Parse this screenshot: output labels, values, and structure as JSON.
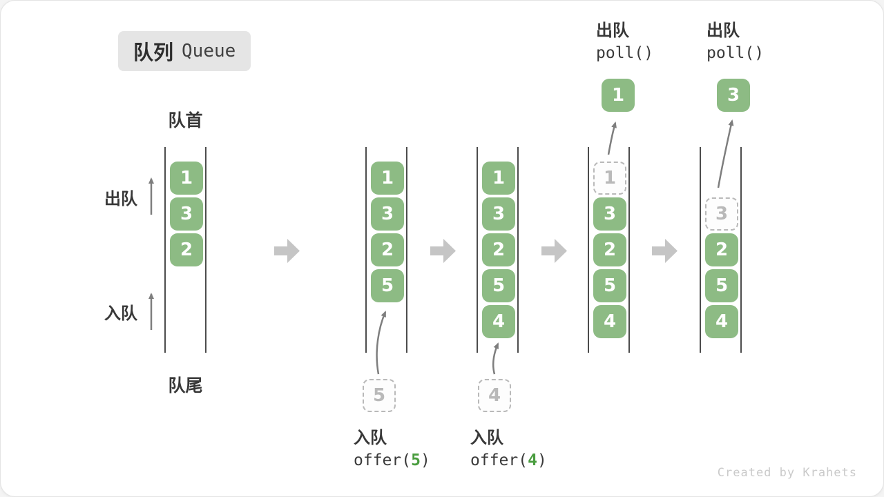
{
  "title": {
    "zh": "队列",
    "en": "Queue"
  },
  "side_labels": {
    "front": "队首",
    "rear": "队尾",
    "dequeue": "出队",
    "enqueue": "入队"
  },
  "colors": {
    "item_green": "#8dbb84",
    "code_arg_green": "#4a9d3f",
    "dashed_gray": "#b9b9b9",
    "thin_arrow_gray": "#7e7e7e",
    "block_arrow_gray": "#c5c5c5",
    "badge_bg": "#e5e5e5",
    "line_dark": "#4c4c4c",
    "text_dark": "#383838",
    "watermark_gray": "#cacaca"
  },
  "queue_states": [
    {
      "slots": [
        {
          "value": "1",
          "variant": "solid"
        },
        {
          "value": "3",
          "variant": "solid"
        },
        {
          "value": "2",
          "variant": "solid"
        }
      ]
    },
    {
      "slots": [
        {
          "value": "1",
          "variant": "solid"
        },
        {
          "value": "3",
          "variant": "solid"
        },
        {
          "value": "2",
          "variant": "solid"
        },
        {
          "value": "5",
          "variant": "solid"
        }
      ]
    },
    {
      "slots": [
        {
          "value": "1",
          "variant": "solid"
        },
        {
          "value": "3",
          "variant": "solid"
        },
        {
          "value": "2",
          "variant": "solid"
        },
        {
          "value": "5",
          "variant": "solid"
        },
        {
          "value": "4",
          "variant": "solid"
        }
      ]
    },
    {
      "slots": [
        {
          "value": "1",
          "variant": "dashed"
        },
        {
          "value": "3",
          "variant": "solid"
        },
        {
          "value": "2",
          "variant": "solid"
        },
        {
          "value": "5",
          "variant": "solid"
        },
        {
          "value": "4",
          "variant": "solid"
        }
      ]
    },
    {
      "slots": [
        {
          "value": "",
          "variant": "empty"
        },
        {
          "value": "3",
          "variant": "dashed"
        },
        {
          "value": "2",
          "variant": "solid"
        },
        {
          "value": "5",
          "variant": "solid"
        },
        {
          "value": "4",
          "variant": "solid"
        }
      ]
    }
  ],
  "pending_items": [
    {
      "value": "5"
    },
    {
      "value": "4"
    }
  ],
  "polled_items": [
    {
      "value": "1"
    },
    {
      "value": "3"
    }
  ],
  "operations": {
    "offer5": {
      "action": "入队",
      "fn": "offer(",
      "arg": "5",
      "close": ")"
    },
    "offer4": {
      "action": "入队",
      "fn": "offer(",
      "arg": "4",
      "close": ")"
    },
    "poll1": {
      "action": "出队",
      "code": "poll()"
    },
    "poll2": {
      "action": "出队",
      "code": "poll()"
    }
  },
  "watermark": "Created by Krahets"
}
